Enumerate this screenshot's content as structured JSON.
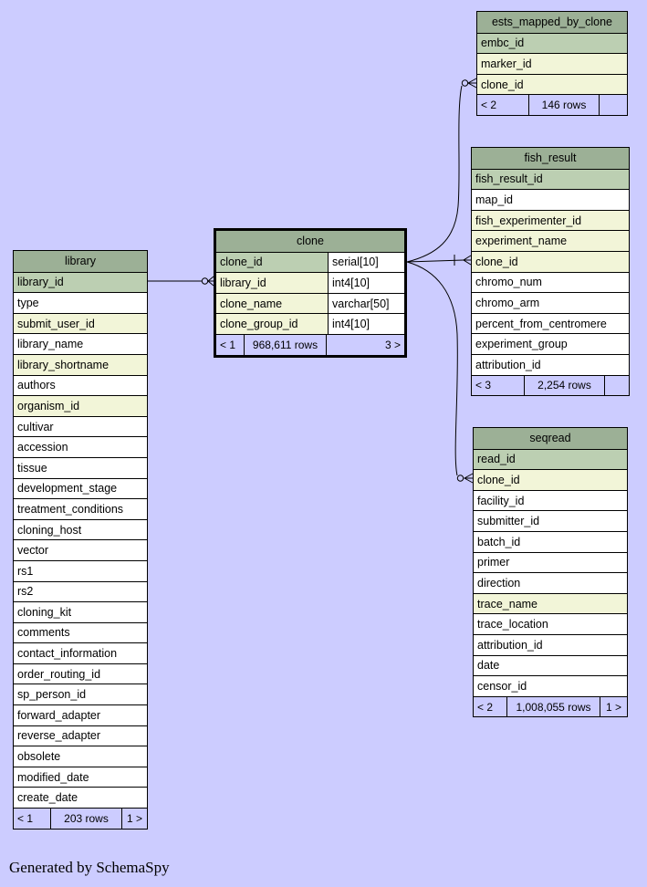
{
  "page": {
    "generated_by": "Generated by SchemaSpy",
    "background_color": "#ccccff"
  },
  "colors": {
    "table_header": "#9cb096",
    "primary_key_row": "#bccfb2",
    "indexed_column_row": "#f2f5d8",
    "plain_row": "#ffffff",
    "footer_row": "#ccccff",
    "border": "#000000"
  },
  "tables": [
    {
      "id": "library",
      "name": "library",
      "columns": [
        {
          "name": "library_id",
          "kind": "pk"
        },
        {
          "name": "type",
          "kind": "plain"
        },
        {
          "name": "submit_user_id",
          "kind": "fk"
        },
        {
          "name": "library_name",
          "kind": "plain"
        },
        {
          "name": "library_shortname",
          "kind": "fk"
        },
        {
          "name": "authors",
          "kind": "plain"
        },
        {
          "name": "organism_id",
          "kind": "fk"
        },
        {
          "name": "cultivar",
          "kind": "plain"
        },
        {
          "name": "accession",
          "kind": "plain"
        },
        {
          "name": "tissue",
          "kind": "plain"
        },
        {
          "name": "development_stage",
          "kind": "plain"
        },
        {
          "name": "treatment_conditions",
          "kind": "plain"
        },
        {
          "name": "cloning_host",
          "kind": "plain"
        },
        {
          "name": "vector",
          "kind": "plain"
        },
        {
          "name": "rs1",
          "kind": "plain"
        },
        {
          "name": "rs2",
          "kind": "plain"
        },
        {
          "name": "cloning_kit",
          "kind": "plain"
        },
        {
          "name": "comments",
          "kind": "plain"
        },
        {
          "name": "contact_information",
          "kind": "plain"
        },
        {
          "name": "order_routing_id",
          "kind": "plain"
        },
        {
          "name": "sp_person_id",
          "kind": "plain"
        },
        {
          "name": "forward_adapter",
          "kind": "plain"
        },
        {
          "name": "reverse_adapter",
          "kind": "plain"
        },
        {
          "name": "obsolete",
          "kind": "plain"
        },
        {
          "name": "modified_date",
          "kind": "plain"
        },
        {
          "name": "create_date",
          "kind": "plain"
        }
      ],
      "footer": {
        "left": "< 1",
        "center": "203 rows",
        "right": "1 >"
      }
    },
    {
      "id": "clone",
      "name": "clone",
      "emphasized": true,
      "columns": [
        {
          "name": "clone_id",
          "type": "serial[10]",
          "kind": "pk"
        },
        {
          "name": "library_id",
          "type": "int4[10]",
          "kind": "fk"
        },
        {
          "name": "clone_name",
          "type": "varchar[50]",
          "kind": "fk"
        },
        {
          "name": "clone_group_id",
          "type": "int4[10]",
          "kind": "fk"
        }
      ],
      "footer": {
        "left": "< 1",
        "center": "968,611 rows",
        "right": "3 >"
      }
    },
    {
      "id": "ests_mapped_by_clone",
      "name": "ests_mapped_by_clone",
      "columns": [
        {
          "name": "embc_id",
          "kind": "pk"
        },
        {
          "name": "marker_id",
          "kind": "fk"
        },
        {
          "name": "clone_id",
          "kind": "fk"
        }
      ],
      "footer": {
        "left": "< 2",
        "center": "146 rows",
        "right": ""
      }
    },
    {
      "id": "fish_result",
      "name": "fish_result",
      "columns": [
        {
          "name": "fish_result_id",
          "kind": "pk"
        },
        {
          "name": "map_id",
          "kind": "plain"
        },
        {
          "name": "fish_experimenter_id",
          "kind": "fk"
        },
        {
          "name": "experiment_name",
          "kind": "fk"
        },
        {
          "name": "clone_id",
          "kind": "fk"
        },
        {
          "name": "chromo_num",
          "kind": "plain"
        },
        {
          "name": "chromo_arm",
          "kind": "plain"
        },
        {
          "name": "percent_from_centromere",
          "kind": "plain"
        },
        {
          "name": "experiment_group",
          "kind": "plain"
        },
        {
          "name": "attribution_id",
          "kind": "plain"
        }
      ],
      "footer": {
        "left": "< 3",
        "center": "2,254 rows",
        "right": ""
      }
    },
    {
      "id": "seqread",
      "name": "seqread",
      "columns": [
        {
          "name": "read_id",
          "kind": "pk"
        },
        {
          "name": "clone_id",
          "kind": "fk"
        },
        {
          "name": "facility_id",
          "kind": "plain"
        },
        {
          "name": "submitter_id",
          "kind": "plain"
        },
        {
          "name": "batch_id",
          "kind": "plain"
        },
        {
          "name": "primer",
          "kind": "plain"
        },
        {
          "name": "direction",
          "kind": "plain"
        },
        {
          "name": "trace_name",
          "kind": "fk"
        },
        {
          "name": "trace_location",
          "kind": "plain"
        },
        {
          "name": "attribution_id",
          "kind": "plain"
        },
        {
          "name": "date",
          "kind": "plain"
        },
        {
          "name": "censor_id",
          "kind": "plain"
        }
      ],
      "footer": {
        "left": "< 2",
        "center": "1,008,055 rows",
        "right": "1 >"
      }
    }
  ],
  "relationships": [
    {
      "from": "library.library_id",
      "to": "clone.library_id",
      "end_marker": "circle-crowfoot"
    },
    {
      "from": "clone.clone_id",
      "to": "ests_mapped_by_clone.clone_id",
      "end_marker": "circle-crowfoot"
    },
    {
      "from": "clone.clone_id",
      "to": "fish_result.clone_id",
      "end_marker": "tick-crowfoot"
    },
    {
      "from": "clone.clone_id",
      "to": "seqread.clone_id",
      "end_marker": "circle-crowfoot"
    }
  ]
}
